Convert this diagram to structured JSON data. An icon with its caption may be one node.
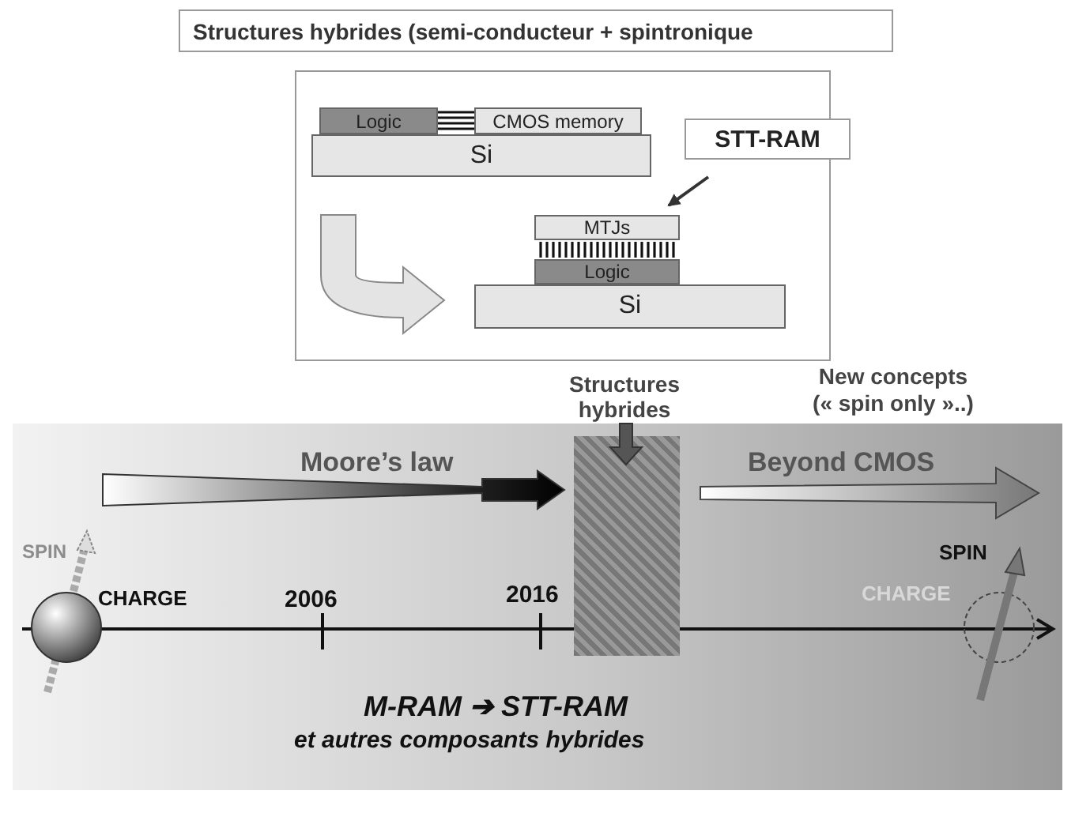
{
  "diagram": {
    "title": "Structures hybrides (semi-conducteur + spintronique",
    "nodes": [
      {
        "text": [
          "Logic"
        ]
      },
      {
        "text": [
          "CMOS memory"
        ]
      },
      {
        "text": [
          "Si"
        ]
      },
      {
        "text": [
          "STT-RAM"
        ]
      },
      {
        "text": [
          "MTJs"
        ]
      },
      {
        "text": [
          "Logic"
        ]
      },
      {
        "text": [
          "Si"
        ]
      },
      {
        "text": [
          "Structures hybrides"
        ]
      }
    ],
    "edges": [
      {
        "from": 2,
        "to": 6,
        "arrow": "to"
      },
      {
        "from": 3,
        "to": 4,
        "arrow": "to"
      }
    ],
    "labels": [
      "New concepts (« spin only »..)",
      "Moore’s law",
      "Beyond CMOS",
      "SPIN",
      "SPIN",
      "CHARGE",
      "2006",
      "2016",
      "CHARGE",
      "M-RAM ➔ STT-RAM",
      "et autres composants hybrides"
    ]
  }
}
